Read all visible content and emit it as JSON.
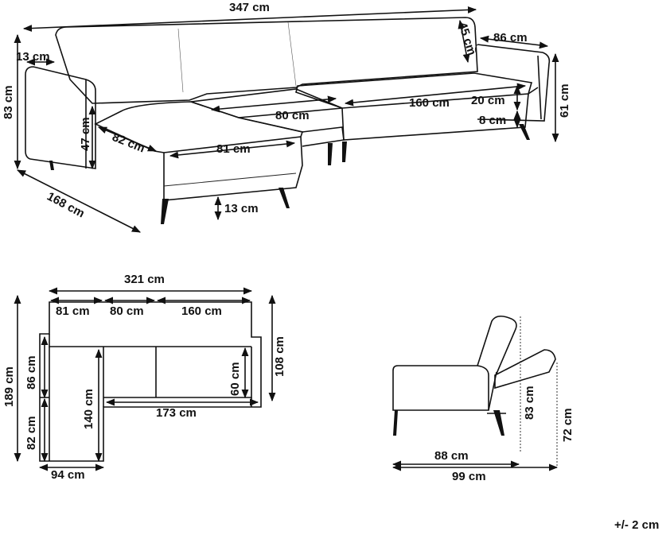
{
  "iso": {
    "total_width": "347 cm",
    "total_height": "83 cm",
    "arm_width": "13 cm",
    "backrest_height": "45 cm",
    "depth": "86 cm",
    "height_right": "61 cm",
    "seat_thickness": "20 cm",
    "leg_height_right": "8 cm",
    "seat_width_right": "160 cm",
    "seat_width_middle": "80 cm",
    "chaise_seat_depth": "82 cm",
    "chaise_seat_width": "81 cm",
    "seat_height": "47 cm",
    "chaise_length": "168 cm",
    "leg_height": "13 cm"
  },
  "plan": {
    "total_width": "321 cm",
    "seg1": "81 cm",
    "seg2": "80 cm",
    "seg3": "160 cm",
    "total_depth": "189 cm",
    "back_depth": "86 cm",
    "front_depth": "82 cm",
    "inner_depth": "140 cm",
    "seat_depth": "60 cm",
    "right_depth": "108 cm",
    "front_width": "173 cm",
    "chaise_width": "94 cm"
  },
  "side": {
    "depth": "88 cm",
    "bed_length": "99 cm",
    "upright_height": "83 cm",
    "reclined_height": "72 cm"
  },
  "tolerance": "+/- 2 cm"
}
